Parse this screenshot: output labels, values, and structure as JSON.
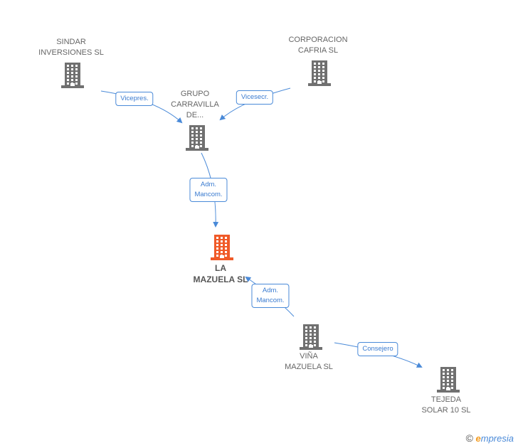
{
  "nodes": {
    "sindar": {
      "lines": [
        "SINDAR",
        "INVERSIONES SL"
      ],
      "color": "#707070"
    },
    "cafria": {
      "lines": [
        "CORPORACION",
        "CAFRIA SL"
      ],
      "color": "#707070"
    },
    "grupo": {
      "lines": [
        "GRUPO",
        "CARRAVILLA",
        "DE..."
      ],
      "color": "#707070"
    },
    "mazuela": {
      "lines": [
        "LA",
        "MAZUELA SL"
      ],
      "color": "#f05a28"
    },
    "vina": {
      "lines": [
        "VIÑA",
        "MAZUELA SL"
      ],
      "color": "#707070"
    },
    "tejeda": {
      "lines": [
        "TEJEDA",
        "SOLAR 10 SL"
      ],
      "color": "#707070"
    }
  },
  "edges": {
    "vicepres": {
      "lines": [
        "Vicepres."
      ]
    },
    "vicesecr": {
      "lines": [
        "Vicesecr."
      ]
    },
    "adm1": {
      "lines": [
        "Adm.",
        "Mancom."
      ]
    },
    "adm2": {
      "lines": [
        "Adm.",
        "Mancom."
      ]
    },
    "consejero": {
      "lines": [
        "Consejero"
      ]
    }
  },
  "colors": {
    "edge": "#4a8ad8"
  },
  "brand": {
    "copyright": "©",
    "initial": "e",
    "rest": "mpresia"
  }
}
